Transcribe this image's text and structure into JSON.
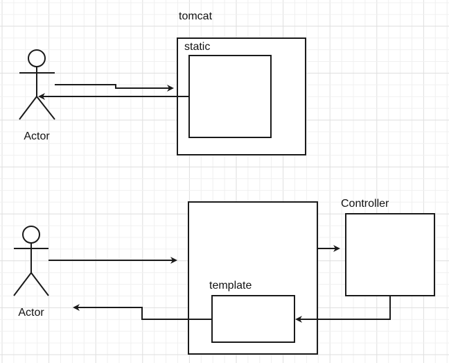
{
  "diagram": {
    "top": {
      "container_label": "tomcat",
      "static_label": "static",
      "actor_label": "Actor"
    },
    "bottom": {
      "actor_label": "Actor",
      "template_label": "template",
      "controller_label": "Controller"
    },
    "colors": {
      "stroke": "#1a1a1a",
      "background": "#ffffff",
      "grid_minor": "#f0f0f0",
      "grid_major": "#dedede"
    },
    "edges": [
      {
        "from": "top-actor",
        "to": "static-box",
        "direction": "request"
      },
      {
        "from": "static-inner-box",
        "to": "top-actor",
        "direction": "response"
      },
      {
        "from": "bottom-actor",
        "to": "server-box",
        "direction": "request"
      },
      {
        "from": "server-box",
        "to": "controller-box",
        "direction": "forward"
      },
      {
        "from": "controller-box",
        "to": "template-box",
        "direction": "render"
      },
      {
        "from": "template-box",
        "to": "bottom-actor",
        "direction": "response"
      }
    ]
  }
}
